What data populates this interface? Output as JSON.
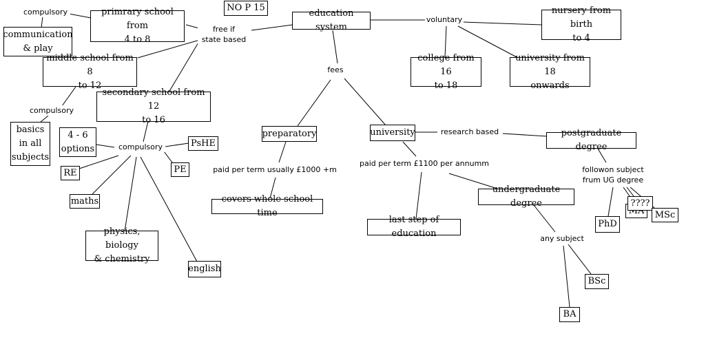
{
  "diagram": {
    "nodes": {
      "nop": "NO P 15",
      "education_system": "education system",
      "primary_school": "primrary school from\n4 to 8",
      "communication_play": "communication\n& play",
      "middle_school": "middle school from 8\nto 12",
      "secondary_school": "secondary school from 12\nto 16",
      "basics": "basics\nin all\nsubjects",
      "options": "4 - 6\noptions",
      "pshe": "PsHE",
      "re": "RE",
      "pe": "PE",
      "maths": "maths",
      "sciences": "physics, biology\n& chemistry",
      "english": "english",
      "nursery": "nursery from birth\nto 4",
      "college": "college from 16\nto 18",
      "university_voluntary": "university from 18\nonwards",
      "preparatory": "preparatory",
      "covers_school_time": "covers whole school time",
      "university_fees": "university",
      "last_step": "last step of education",
      "postgraduate": "postgraduate degree",
      "undergraduate": "undergraduate degree",
      "phd": "PhD",
      "ma": "MA",
      "unknown": "????",
      "msc": "MSc",
      "bsc": "BSc",
      "ba": "BA"
    },
    "labels": {
      "compulsory_top": "compulsory",
      "free_if_state": "free if\nstate based",
      "compulsory_middle": "compulsory",
      "compulsory_secondary": "compulsory",
      "voluntary": "voluntary",
      "fees": "fees",
      "paid_per_term_prep": "paid per term usually £1000 +m",
      "paid_per_term_uni": "paid per term £1100 per annumm",
      "research_based": "research based",
      "followon_subject": "followon subject\nfrum UG degree",
      "any_subject": "any subject"
    }
  }
}
